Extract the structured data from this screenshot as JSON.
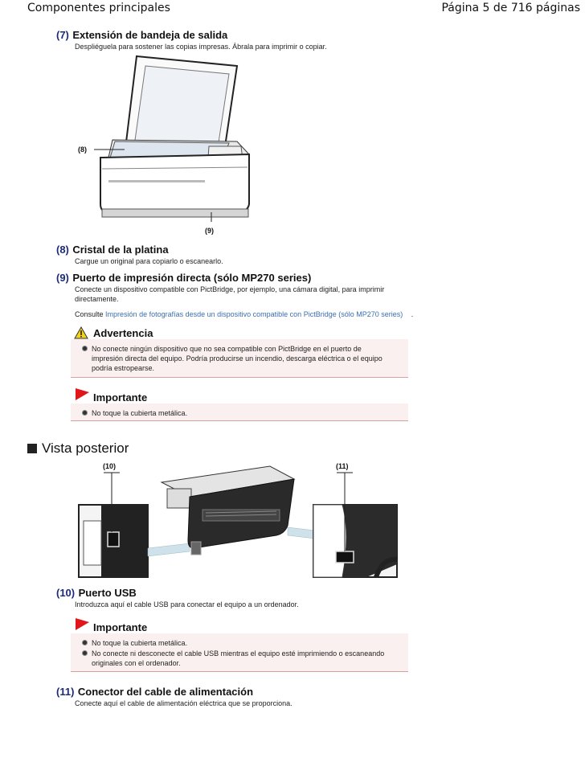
{
  "header": {
    "left": "Componentes principales",
    "right": "Página 5 de 716 páginas"
  },
  "items": [
    {
      "num": "(7)",
      "title": "Extensión de bandeja de salida",
      "desc": "Despliéguela para sostener las copias impresas. Ábrala para imprimir o copiar."
    },
    {
      "num": "(8)",
      "title": "Cristal de la platina",
      "desc": "Cargue un original para copiarlo o escanearlo."
    },
    {
      "num": "(9)",
      "title": "Puerto de impresión directa (sólo MP270 series)",
      "desc1": "Conecte un dispositivo compatible con PictBridge, por ejemplo, una cámara digital, para imprimir",
      "desc2": "directamente.",
      "consult": "Consulte",
      "link": "Impresión de fotografías desde un dispositivo compatible con PictBridge (sólo MP270 series)",
      "after": "."
    },
    {
      "num": "(10)",
      "title": "Puerto USB",
      "desc": "Introduzca aquí el cable USB para conectar el equipo a un ordenador."
    },
    {
      "num": "(11)",
      "title": "Conector del cable de alimentación",
      "desc": "Conecte aquí el cable de alimentación eléctrica que se proporciona."
    }
  ],
  "figure1": {
    "label8": "(8)",
    "label9": "(9)"
  },
  "warning": {
    "title": "Advertencia",
    "lines": [
      "No conecte ningún dispositivo que no sea compatible con PictBridge en el puerto de",
      "impresión directa del equipo. Podría producirse un incendio, descarga eléctrica o el equipo",
      "podría estropearse."
    ]
  },
  "important1": {
    "title": "Importante",
    "line": "No toque la cubierta metálica."
  },
  "section": {
    "title": "Vista posterior"
  },
  "figure2": {
    "label10": "(10)",
    "label11": "(11)"
  },
  "important2": {
    "title": "Importante",
    "line1": "No toque la cubierta metálica.",
    "line2a": "No conecte ni desconecte el cable USB mientras el equipo esté imprimiendo o escaneando",
    "line2b": "originales con el ordenador."
  }
}
